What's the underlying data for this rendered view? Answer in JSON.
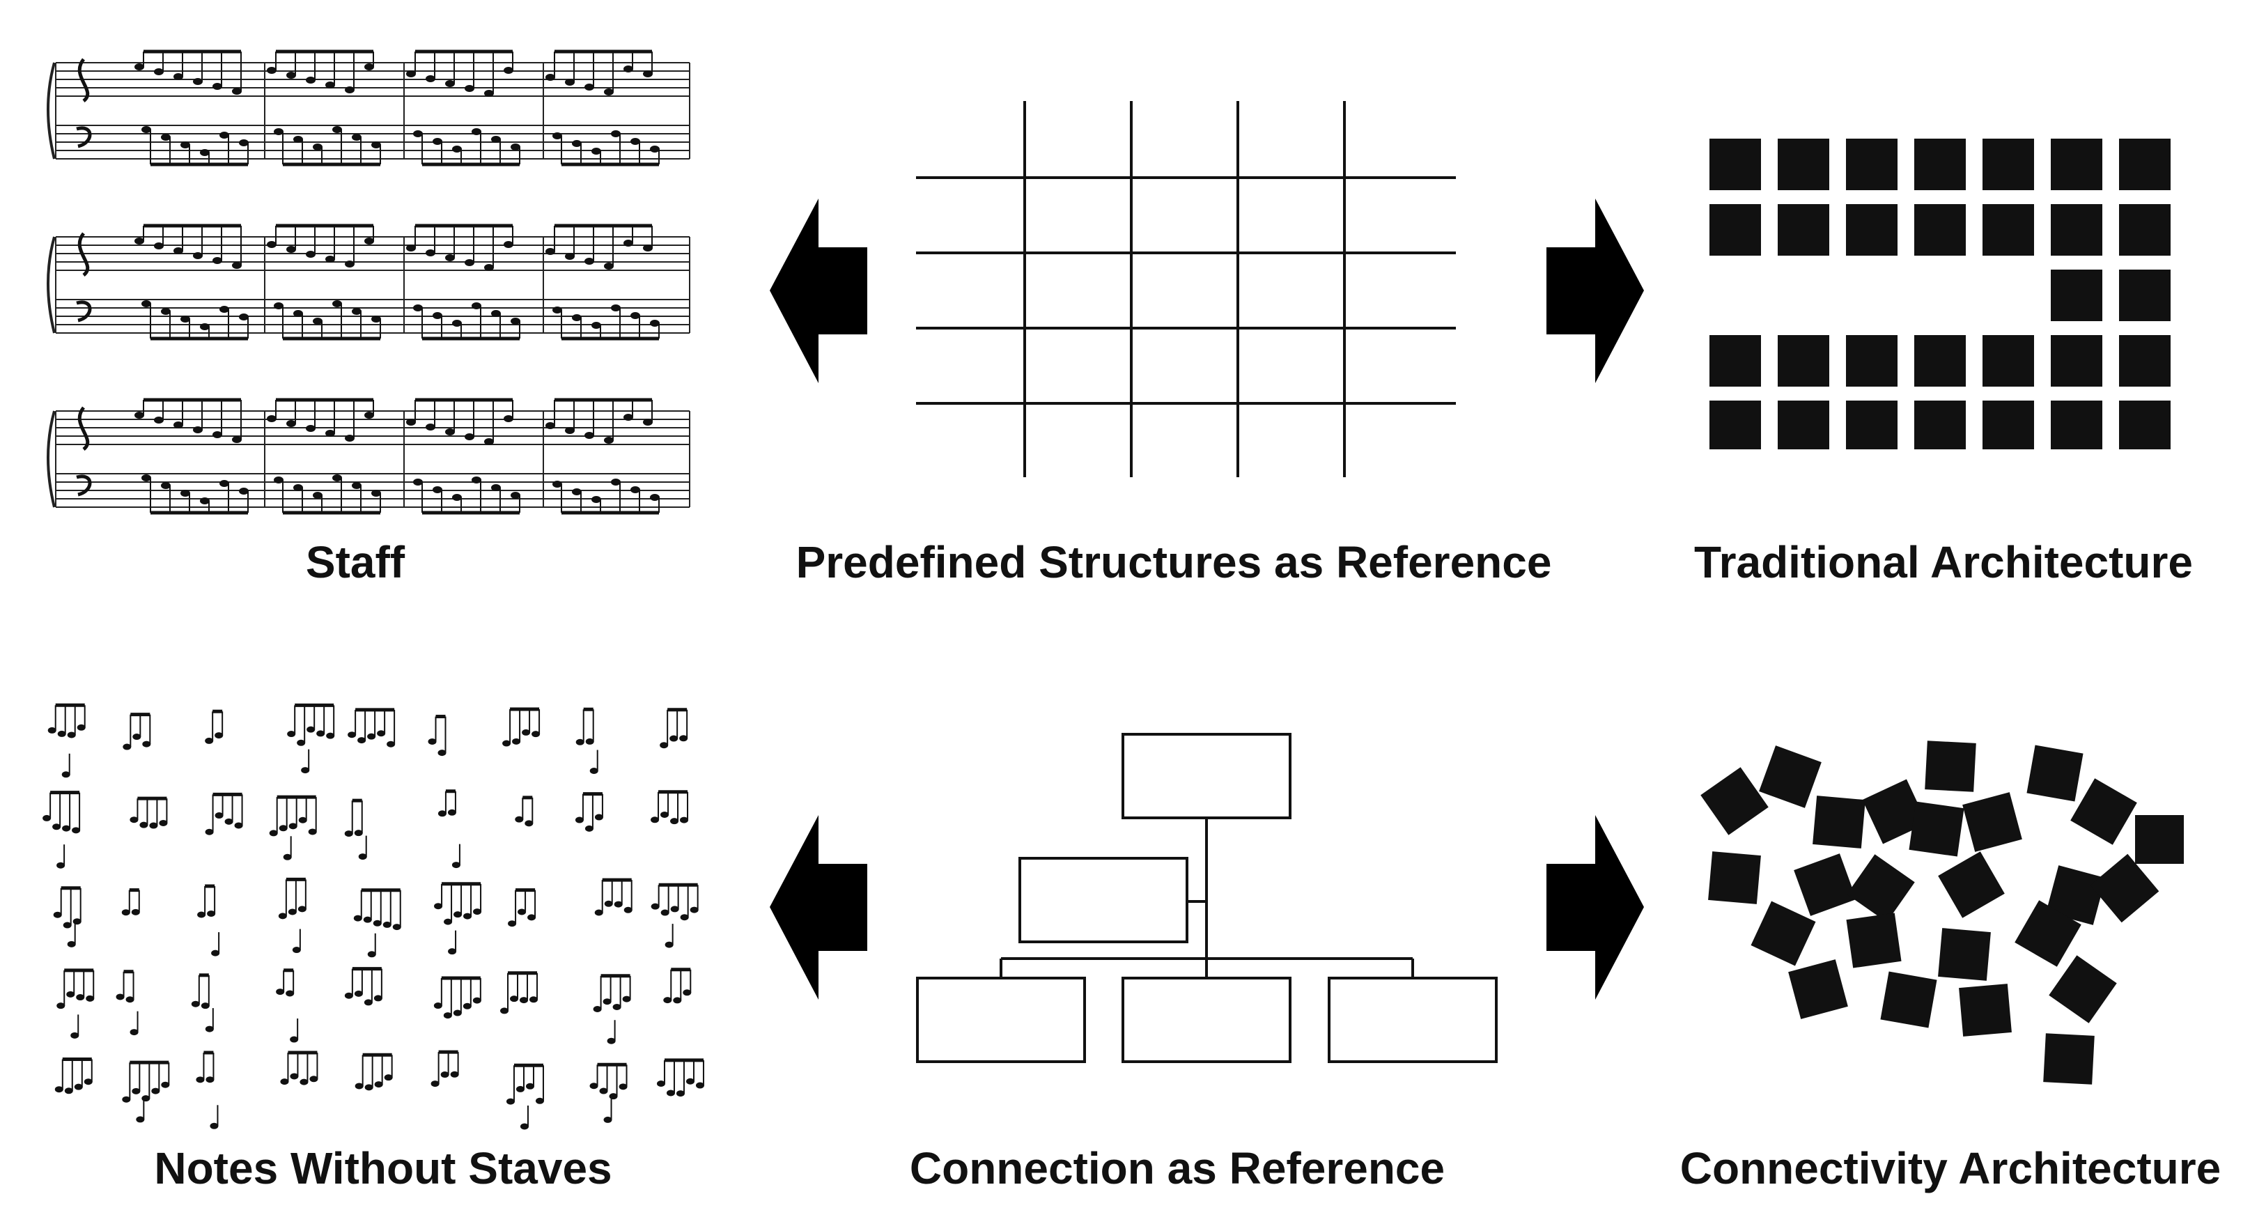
{
  "captions": {
    "staff": "Staff",
    "predefined": "Predefined Structures as Reference",
    "traditional": "Traditional Architecture",
    "notes": "Notes Without Staves",
    "connection": "Connection as Reference",
    "connectivity": "Connectivity Architecture"
  },
  "icons": {
    "arrow_left": "left-arrow-icon",
    "arrow_right": "right-arrow-icon"
  },
  "colors": {
    "ink": "#111111",
    "background": "#ffffff"
  },
  "traditional_pattern": {
    "rows": [
      7,
      7,
      2,
      7,
      7
    ]
  }
}
